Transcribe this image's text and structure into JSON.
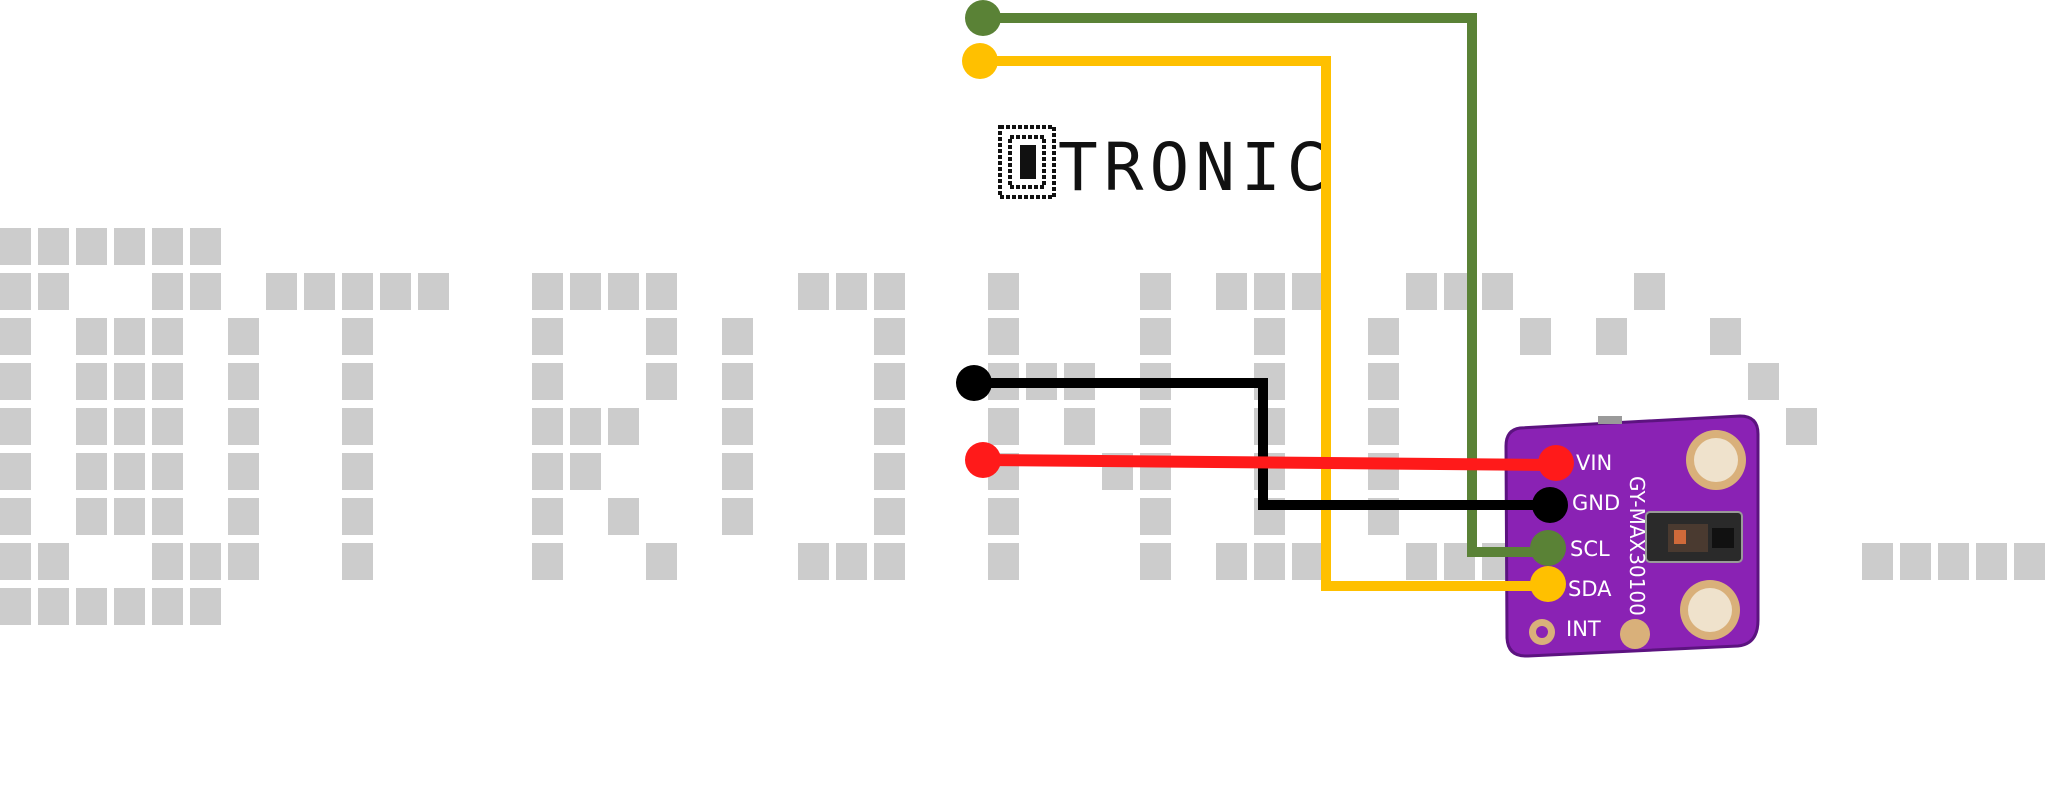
{
  "logo": {
    "label": "TRONIC",
    "icon": "grid-square-icon",
    "watermark_color": "#cccccc"
  },
  "module": {
    "model": "GY-MAX30100",
    "board_color": "#8a22b4",
    "pins": [
      {
        "label": "VIN",
        "wire_color": "#ff1a1a"
      },
      {
        "label": "GND",
        "wire_color": "#000000"
      },
      {
        "label": "SCL",
        "wire_color": "#5a8236"
      },
      {
        "label": "SDA",
        "wire_color": "#ffc000"
      },
      {
        "label": "INT",
        "wire_color": ""
      }
    ]
  }
}
